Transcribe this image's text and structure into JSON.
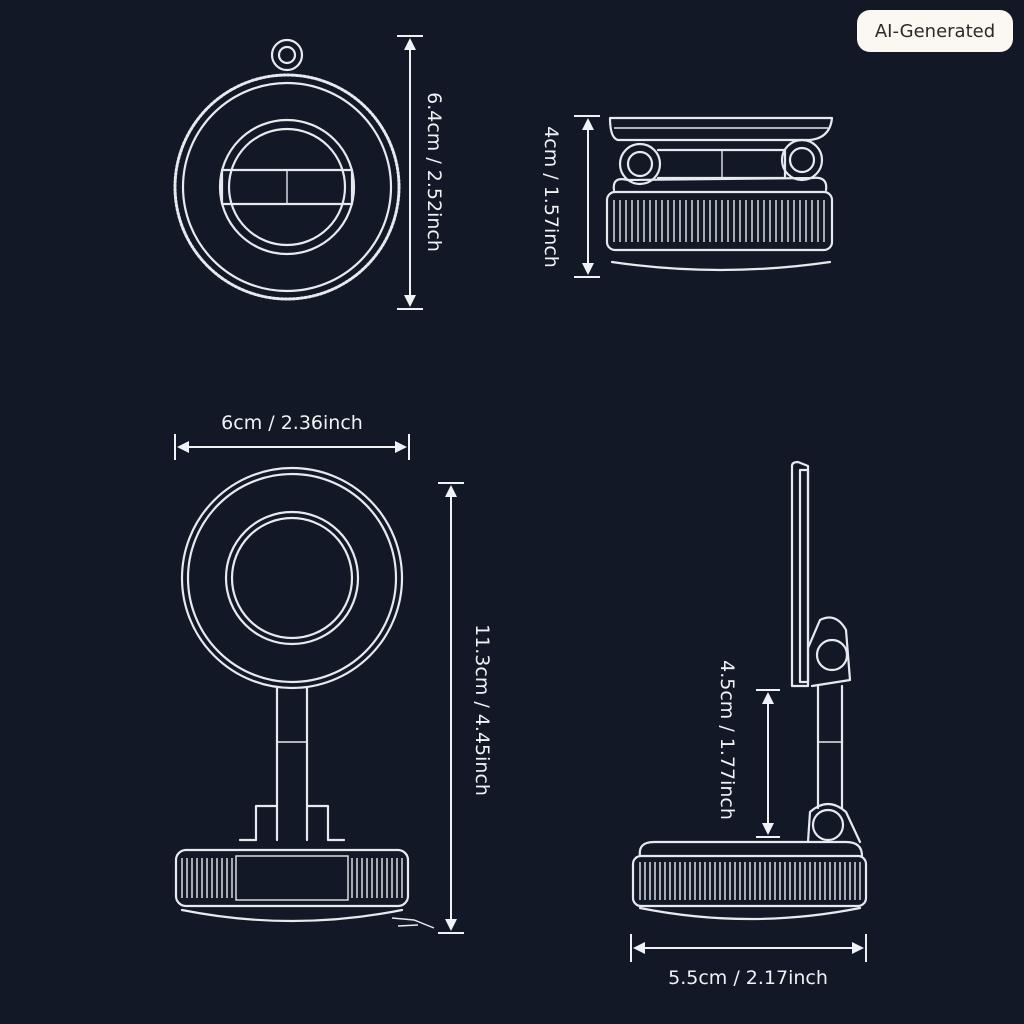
{
  "badge": {
    "text": "AI-Generated"
  },
  "dimensions": {
    "top_diameter": "6.4cm / 2.52inch",
    "top_height": "4cm / 1.57inch",
    "front_width": "6cm / 2.36inch",
    "front_height": "11.3cm / 4.45inch",
    "side_arm": "4.5cm / 1.77inch",
    "side_base": "5.5cm / 2.17inch"
  },
  "colors": {
    "background": "#121826",
    "line": "#e7e9ee",
    "badge_bg": "#fbf7f1"
  }
}
